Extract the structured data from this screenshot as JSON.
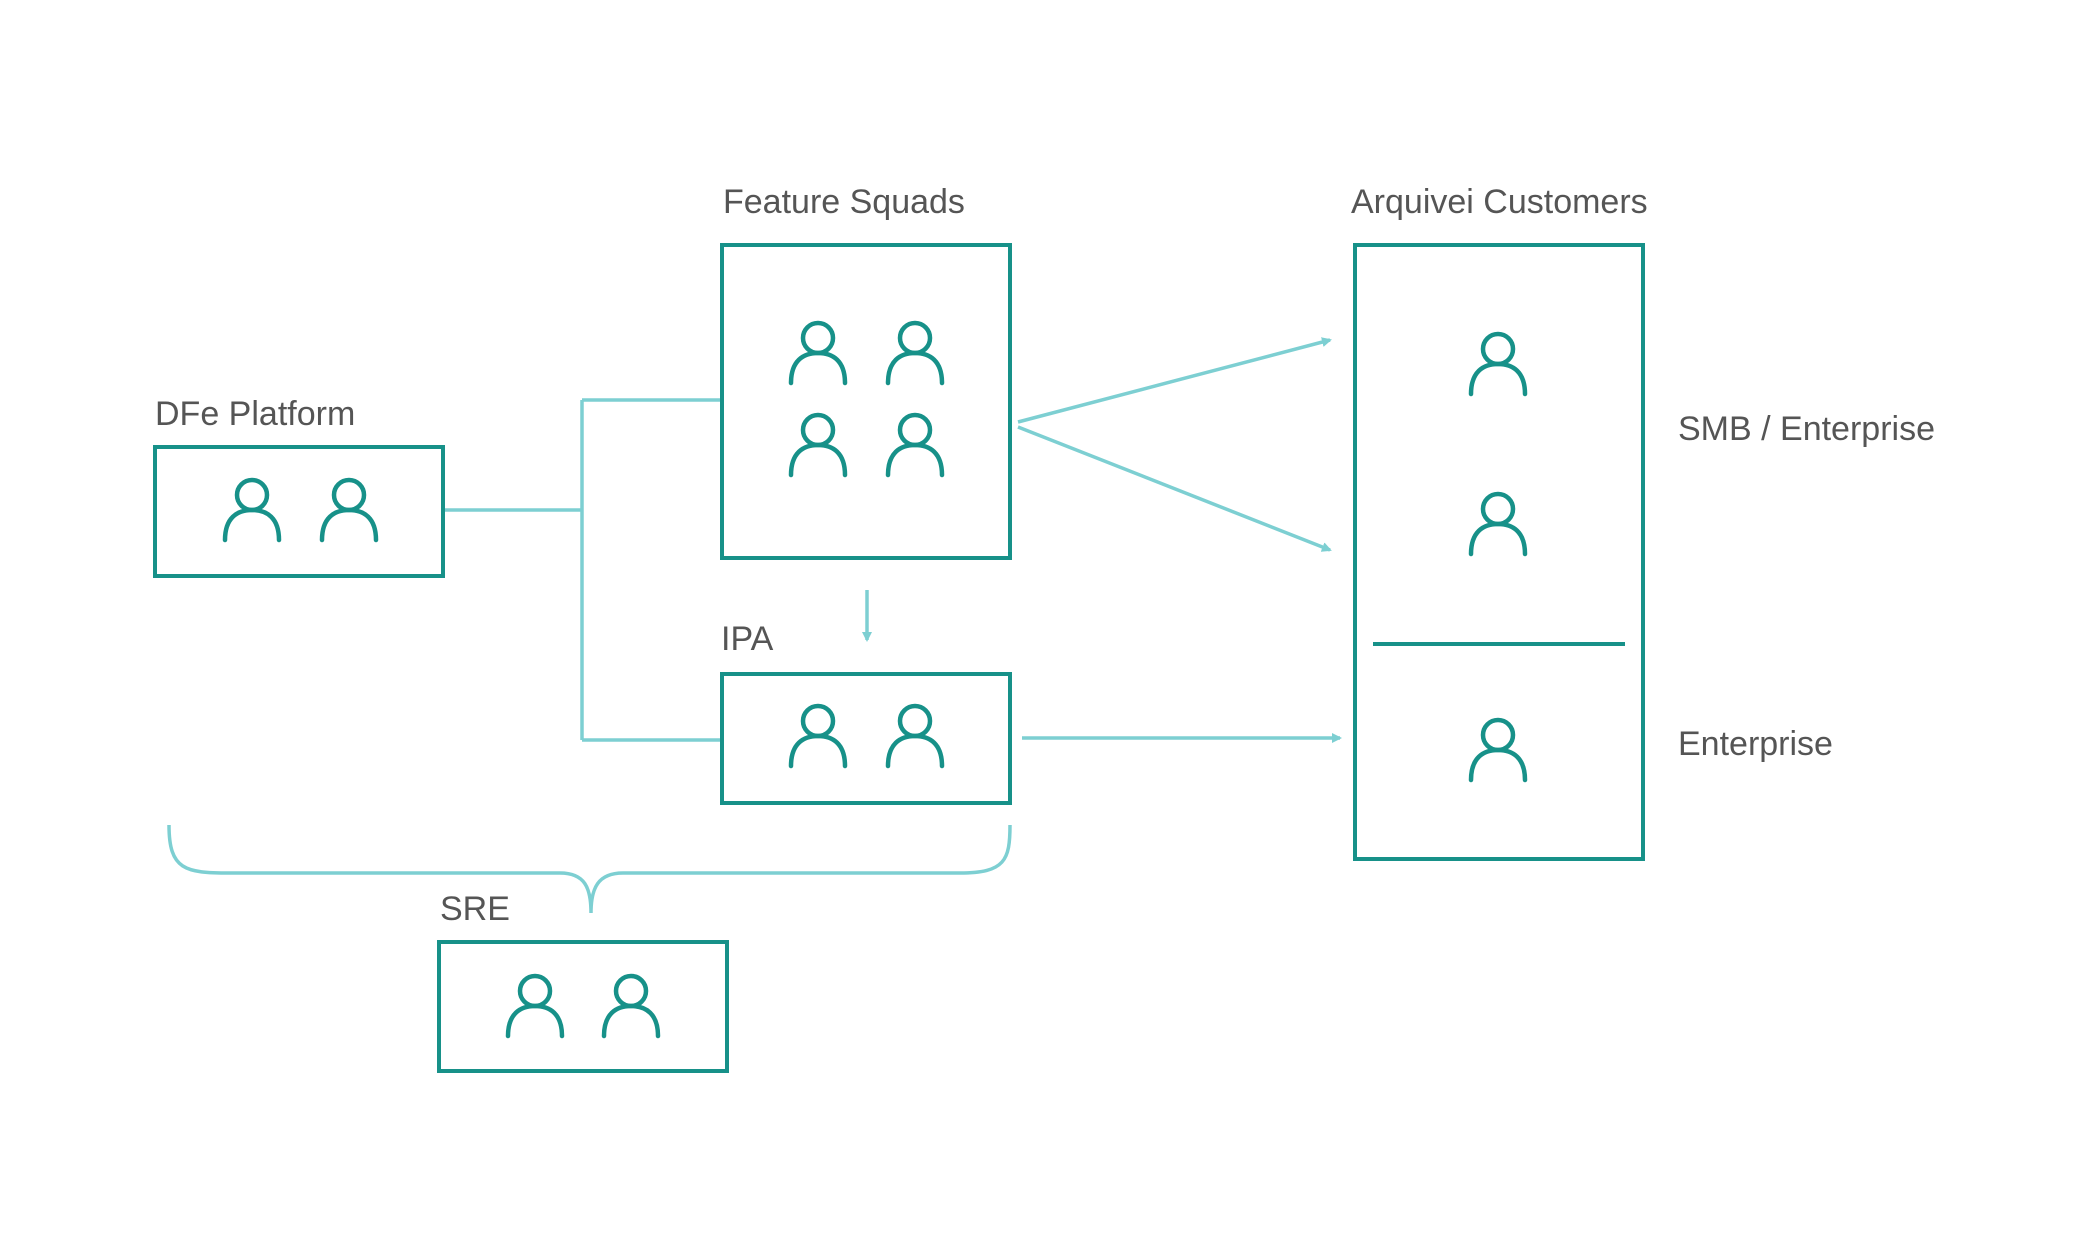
{
  "colors": {
    "box_border": "#179189",
    "connector": "#7dcfd2",
    "person_icon": "#179189",
    "label_text": "#555555",
    "background": "#ffffff"
  },
  "groups": {
    "dfe_platform": {
      "label": "DFe Platform",
      "icon": "person-icon",
      "members": 2
    },
    "feature_squads": {
      "label": "Feature Squads",
      "icon": "person-icon",
      "members": 4
    },
    "ipa": {
      "label": "IPA",
      "icon": "person-icon",
      "members": 2
    },
    "sre": {
      "label": "SRE",
      "icon": "person-icon",
      "members": 2
    },
    "arquivei_customers": {
      "label": "Arquivei Customers",
      "icon": "person-icon",
      "members": 3
    }
  },
  "segments": {
    "smb_enterprise": {
      "label": "SMB / Enterprise"
    },
    "enterprise": {
      "label": "Enterprise"
    }
  },
  "connections": [
    {
      "from": "dfe_platform",
      "to": "feature_squads"
    },
    {
      "from": "dfe_platform",
      "to": "ipa"
    },
    {
      "from": "feature_squads",
      "to": "ipa"
    },
    {
      "from": "feature_squads",
      "to": "arquivei_customers"
    },
    {
      "from": "ipa",
      "to": "arquivei_customers"
    }
  ],
  "brace": {
    "spans": [
      "dfe_platform",
      "feature_squads",
      "ipa"
    ],
    "points_to": "sre"
  }
}
